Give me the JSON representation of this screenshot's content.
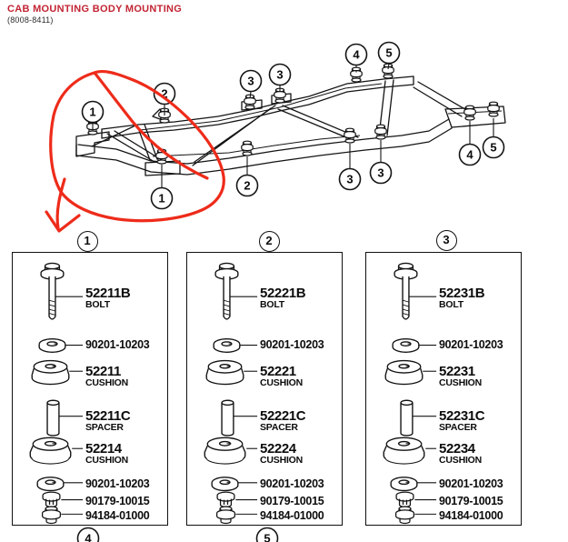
{
  "page": {
    "title": "CAB MOUNTING BODY MOUNTING",
    "subtitle": "(8008-8411)"
  },
  "colors": {
    "title_red": "#c22433",
    "annotation_red": "#ee2b1a",
    "line_ink": "#141414"
  },
  "diagram": {
    "description": "chassis-frame-with-body-mount-callouts",
    "callouts": [
      "1",
      "1",
      "2",
      "2",
      "3",
      "3",
      "3",
      "3",
      "4",
      "4",
      "5",
      "5"
    ]
  },
  "detail_boxes": [
    {
      "callout": "1",
      "parts": [
        {
          "number": "52211B",
          "name": "BOLT"
        },
        {
          "number": "90201-10203",
          "name": ""
        },
        {
          "number": "52211",
          "name": "CUSHION"
        },
        {
          "number": "52211C",
          "name": "SPACER"
        },
        {
          "number": "52214",
          "name": "CUSHION"
        },
        {
          "number": "90201-10203",
          "name": ""
        },
        {
          "number": "90179-10015",
          "name": ""
        },
        {
          "number": "94184-01000",
          "name": ""
        }
      ]
    },
    {
      "callout": "2",
      "parts": [
        {
          "number": "52221B",
          "name": "BOLT"
        },
        {
          "number": "90201-10203",
          "name": ""
        },
        {
          "number": "52221",
          "name": "CUSHION"
        },
        {
          "number": "52221C",
          "name": "SPACER"
        },
        {
          "number": "52224",
          "name": "CUSHION"
        },
        {
          "number": "90201-10203",
          "name": ""
        },
        {
          "number": "90179-10015",
          "name": ""
        },
        {
          "number": "94184-01000",
          "name": ""
        }
      ]
    },
    {
      "callout": "3",
      "parts": [
        {
          "number": "52231B",
          "name": "BOLT"
        },
        {
          "number": "90201-10203",
          "name": ""
        },
        {
          "number": "52231",
          "name": "CUSHION"
        },
        {
          "number": "52231C",
          "name": "SPACER"
        },
        {
          "number": "52234",
          "name": "CUSHION"
        },
        {
          "number": "90201-10203",
          "name": ""
        },
        {
          "number": "90179-10015",
          "name": ""
        },
        {
          "number": "94184-01000",
          "name": ""
        }
      ]
    }
  ],
  "bottom_callouts": [
    "4",
    "5"
  ]
}
